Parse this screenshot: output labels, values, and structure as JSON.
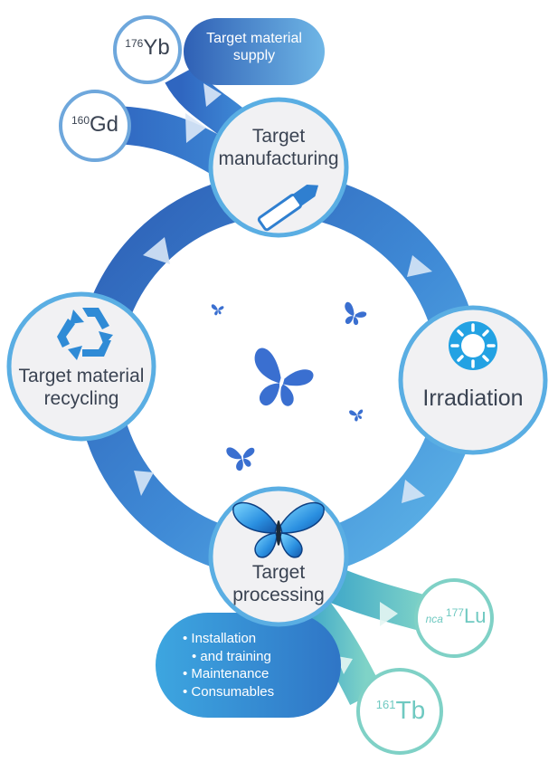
{
  "nodes": {
    "manufacturing": {
      "line1": "Target",
      "line2": "manufacturing"
    },
    "irradiation": {
      "label": "Irradiation"
    },
    "processing": {
      "line1": "Target",
      "line2": "processing"
    },
    "recycling": {
      "line1": "Target material",
      "line2": "recycling"
    }
  },
  "supply": {
    "line1": "Target material",
    "line2": "supply"
  },
  "services": {
    "items": [
      "Installation",
      "and training",
      "Maintenance",
      "Consumables"
    ]
  },
  "isotopes": {
    "yb": {
      "mass": "176",
      "symbol": "Yb"
    },
    "gd": {
      "mass": "160",
      "symbol": "Gd"
    },
    "lu": {
      "prefix": "nca",
      "mass": "177",
      "symbol": "Lu"
    },
    "tb": {
      "mass": "161",
      "symbol": "Tb"
    }
  },
  "icons": {
    "manufacturing": "capsule-icon",
    "irradiation": "sun-icon",
    "processing": "butterfly-icon",
    "recycling": "recycle-icon"
  },
  "colors": {
    "ring_dark": "#2f63b8",
    "ring_light": "#5aaee3",
    "teal": "#6fc9c1",
    "node_fill": "#f1f1f3",
    "text": "#3a4352"
  }
}
